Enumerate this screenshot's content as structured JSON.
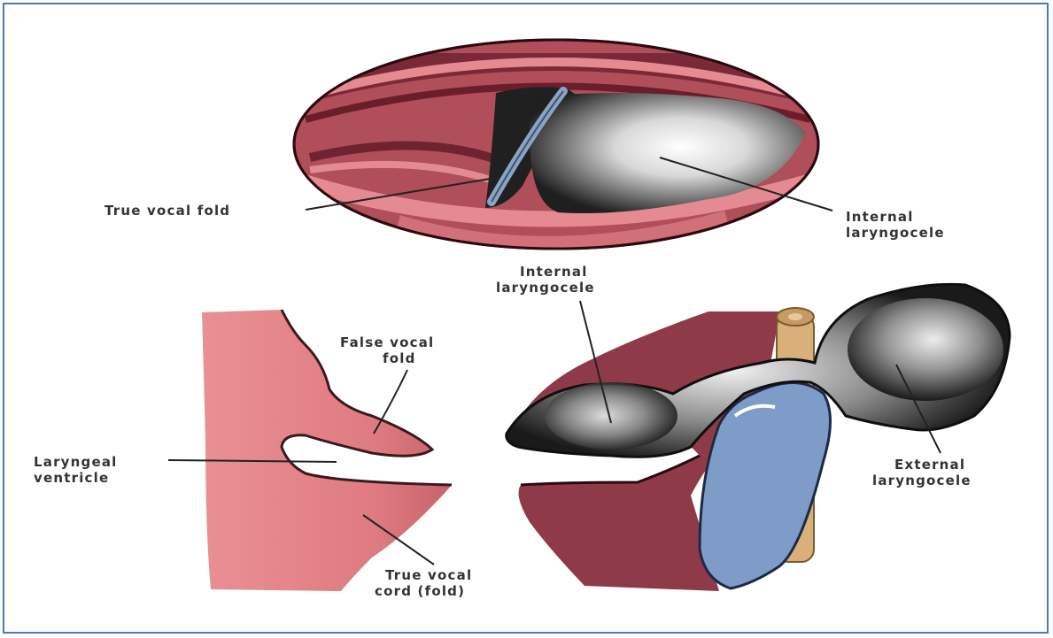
{
  "labels": {
    "true_vocal_fold": "True vocal fold",
    "internal_top_1": "Internal",
    "internal_top_2": "laryngocele",
    "internal_mid_1": "Internal",
    "internal_mid_2": "laryngocele",
    "false_vocal_1": "False vocal",
    "false_vocal_2": "fold",
    "laryngeal_1": "Laryngeal",
    "laryngeal_2": "ventricle",
    "true_cord_1": "True vocal",
    "true_cord_2": "cord (fold)",
    "external_1": "External",
    "external_2": "laryngocele"
  },
  "colors": {
    "border": "#4a7ab8",
    "tissue_pink": "#e07f82",
    "tissue_dark": "#8e3a48",
    "cartilage_blue": "#7f9bc8",
    "tube_tan": "#d9b07a",
    "sac_dark": "#1a1a1a",
    "sac_light": "#f2f2f2"
  }
}
